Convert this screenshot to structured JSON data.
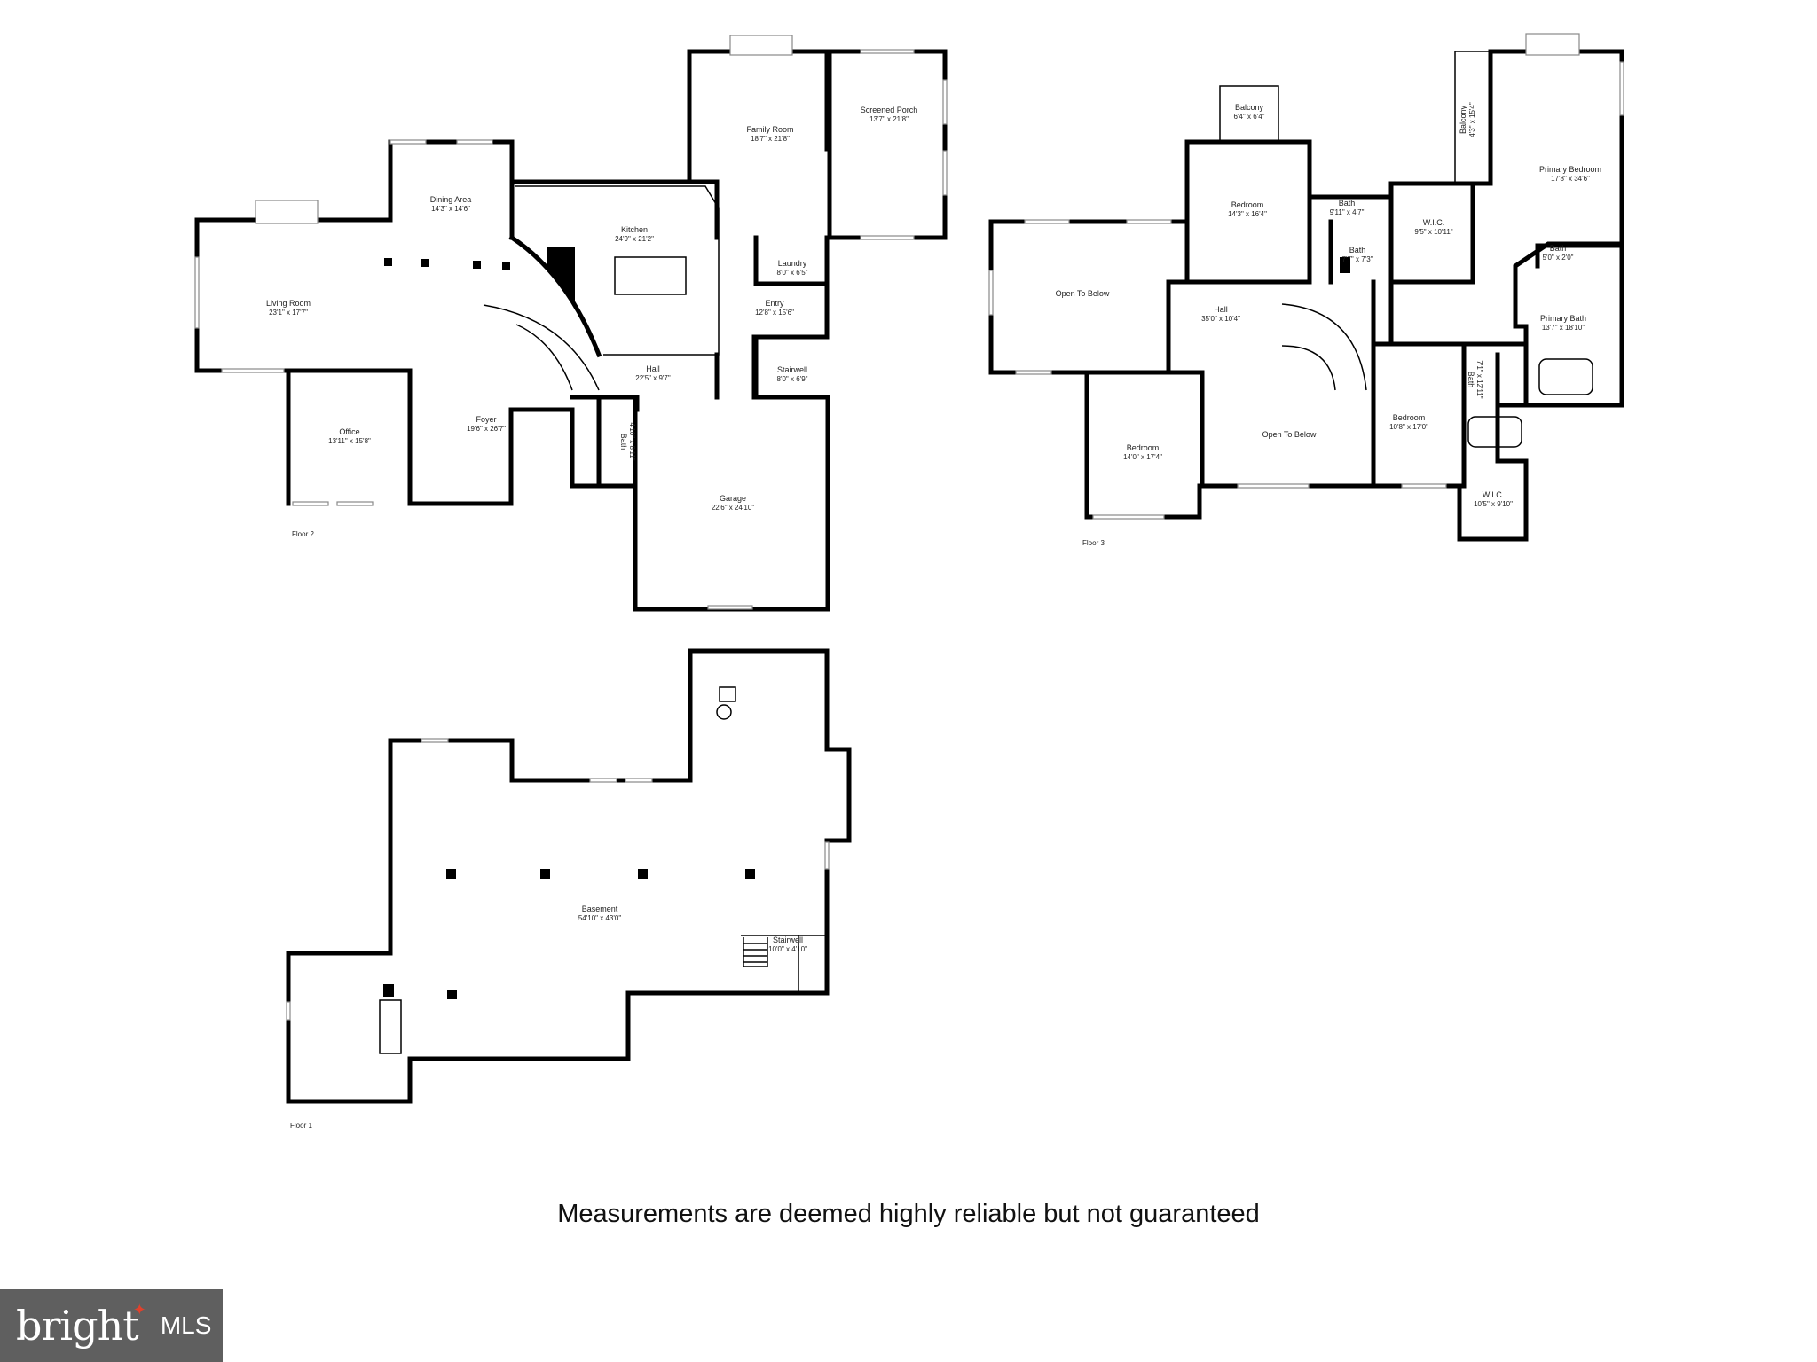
{
  "disclaimer": "Measurements are deemed highly reliable but not guaranteed",
  "logo": {
    "word": "bright",
    "suffix": "MLS",
    "accent_color": "#e0412c",
    "background": "#5f5f5f"
  },
  "floors": [
    {
      "label": "Floor 2",
      "rooms": [
        {
          "name": "Living Room",
          "dim": "23'1\" x 17'7\""
        },
        {
          "name": "Dining Area",
          "dim": "14'3\" x 14'6\""
        },
        {
          "name": "Kitchen",
          "dim": "24'9\" x 21'2\""
        },
        {
          "name": "Family Room",
          "dim": "18'7\" x 21'8\""
        },
        {
          "name": "Screened Porch",
          "dim": "13'7\" x 21'8\""
        },
        {
          "name": "Laundry",
          "dim": "8'0\" x 6'5\""
        },
        {
          "name": "Entry",
          "dim": "12'8\" x 15'6\""
        },
        {
          "name": "Stairwell",
          "dim": "8'0\" x 6'9\""
        },
        {
          "name": "Hall",
          "dim": "22'5\" x 9'7\""
        },
        {
          "name": "Office",
          "dim": "13'11\" x 15'8\""
        },
        {
          "name": "Foyer",
          "dim": "19'6\" x 26'7\""
        },
        {
          "name": "Bath",
          "dim": "4'10\" x 8'11\""
        },
        {
          "name": "Garage",
          "dim": "22'6\" x 24'10\""
        }
      ]
    },
    {
      "label": "Floor 3",
      "rooms": [
        {
          "name": "Balcony",
          "dim": "6'4\" x 6'4\""
        },
        {
          "name": "Bedroom",
          "dim": "14'3\" x 16'4\""
        },
        {
          "name": "Bath",
          "dim": "9'11\" x 4'7\""
        },
        {
          "name": "Bath",
          "dim": "7'7\" x 7'3\""
        },
        {
          "name": "W.I.C.",
          "dim": "9'5\" x 10'11\""
        },
        {
          "name": "Balcony",
          "dim": "4'3\" x 15'4\""
        },
        {
          "name": "Primary Bedroom",
          "dim": "17'8\" x 34'6\""
        },
        {
          "name": "Bath",
          "dim": "5'0\" x 2'0\""
        },
        {
          "name": "Primary Bath",
          "dim": "13'7\" x 18'10\""
        },
        {
          "name": "Open To Below",
          "dim": ""
        },
        {
          "name": "Hall",
          "dim": "35'0\" x 10'4\""
        },
        {
          "name": "Open To Below",
          "dim": ""
        },
        {
          "name": "Bedroom",
          "dim": "14'0\" x 17'4\""
        },
        {
          "name": "Bedroom",
          "dim": "10'8\" x 17'0\""
        },
        {
          "name": "Bath",
          "dim": "7'1\" x 12'11\""
        },
        {
          "name": "W.I.C.",
          "dim": "10'5\" x 9'10\""
        }
      ]
    },
    {
      "label": "Floor 1",
      "rooms": [
        {
          "name": "Basement",
          "dim": "54'10\" x 43'0\""
        },
        {
          "name": "Stairwell",
          "dim": "10'0\" x 4'10\""
        }
      ]
    }
  ]
}
